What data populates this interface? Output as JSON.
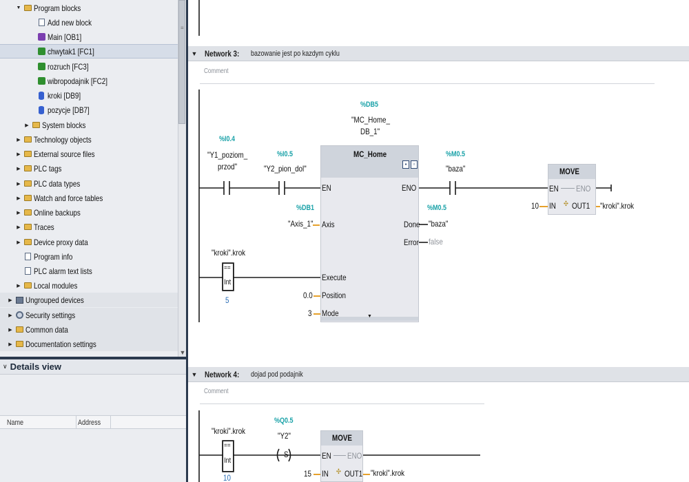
{
  "tree": {
    "items": [
      {
        "label": "Program blocks",
        "icon": "folder-icon",
        "expanded": true
      },
      {
        "label": "Add new block",
        "icon": "add-block-icon"
      },
      {
        "label": "Main [OB1]",
        "icon": "ob-block-icon"
      },
      {
        "label": "chwytak1 [FC1]",
        "icon": "fc-block-icon",
        "selected": true
      },
      {
        "label": "rozruch [FC3]",
        "icon": "fc-block-icon"
      },
      {
        "label": "wibropodajnik [FC2]",
        "icon": "fc-block-icon"
      },
      {
        "label": "kroki [DB9]",
        "icon": "db-icon"
      },
      {
        "label": "pozycje [DB7]",
        "icon": "db-icon"
      },
      {
        "label": "System blocks",
        "icon": "folder-icon"
      },
      {
        "label": "Technology objects",
        "icon": "folder-icon"
      },
      {
        "label": "External source files",
        "icon": "folder-icon"
      },
      {
        "label": "PLC tags",
        "icon": "folder-icon"
      },
      {
        "label": "PLC data types",
        "icon": "folder-icon"
      },
      {
        "label": "Watch and force tables",
        "icon": "folder-icon"
      },
      {
        "label": "Online backups",
        "icon": "folder-icon"
      },
      {
        "label": "Traces",
        "icon": "folder-icon"
      },
      {
        "label": "Device proxy data",
        "icon": "folder-icon"
      },
      {
        "label": "Program info",
        "icon": "document-icon"
      },
      {
        "label": "PLC alarm text lists",
        "icon": "document-icon"
      },
      {
        "label": "Local modules",
        "icon": "folder-icon"
      },
      {
        "label": "Ungrouped devices",
        "icon": "device-icon"
      },
      {
        "label": "Security settings",
        "icon": "gear-icon"
      },
      {
        "label": "Common data",
        "icon": "folder-icon"
      },
      {
        "label": "Documentation settings",
        "icon": "folder-icon"
      }
    ]
  },
  "details": {
    "title": "Details view",
    "columns": [
      "Name",
      "Address"
    ]
  },
  "network3": {
    "title": "Network 3:",
    "desc": "bazowanie jest po kazdym cyklu",
    "comment": "Comment",
    "c1": {
      "addr": "%I0.4",
      "name1": "\"Y1_poziom_",
      "name2": "przod\""
    },
    "c2": {
      "addr": "%I0.5",
      "name": "\"Y2_pion_dol\""
    },
    "fb": {
      "db_addr": "%DB5",
      "db1": "\"MC_Home_",
      "db2": "DB_1\"",
      "title": "MC_Home",
      "en": "EN",
      "eno": "ENO",
      "axis": "Axis",
      "execute": "Execute",
      "position": "Position",
      "mode": "Mode",
      "done": "Done",
      "error": "Error",
      "axis_addr": "%DB1",
      "axis_val": "\"Axis_1\"",
      "position_val": "0.0",
      "mode_val": "3",
      "done_addr": "%M0.5",
      "done_val": "\"baza\"",
      "error_val": "false"
    },
    "cmp": {
      "tag": "\"kroki\".krok",
      "op": "==",
      "type": "Int",
      "value": "5"
    },
    "c3": {
      "addr": "%M0.5",
      "name": "\"baza\""
    },
    "move": {
      "title": "MOVE",
      "en": "EN",
      "eno": "ENO",
      "in": "IN",
      "out": "OUT1",
      "in_val": "10",
      "out_val": "\"kroki\".krok"
    }
  },
  "network4": {
    "title": "Network 4:",
    "desc": "dojad pod podajnik",
    "comment": "Comment",
    "cmp": {
      "tag": "\"kroki\".krok",
      "op": "==",
      "type": "Int",
      "value": "10"
    },
    "coil": {
      "addr": "%Q0.5",
      "name": "\"Y2\"",
      "type": "S"
    },
    "move": {
      "title": "MOVE",
      "en": "EN",
      "eno": "ENO",
      "in": "IN",
      "out": "OUT1",
      "in_val": "15",
      "out_val": "\"kroki\".krok"
    }
  }
}
